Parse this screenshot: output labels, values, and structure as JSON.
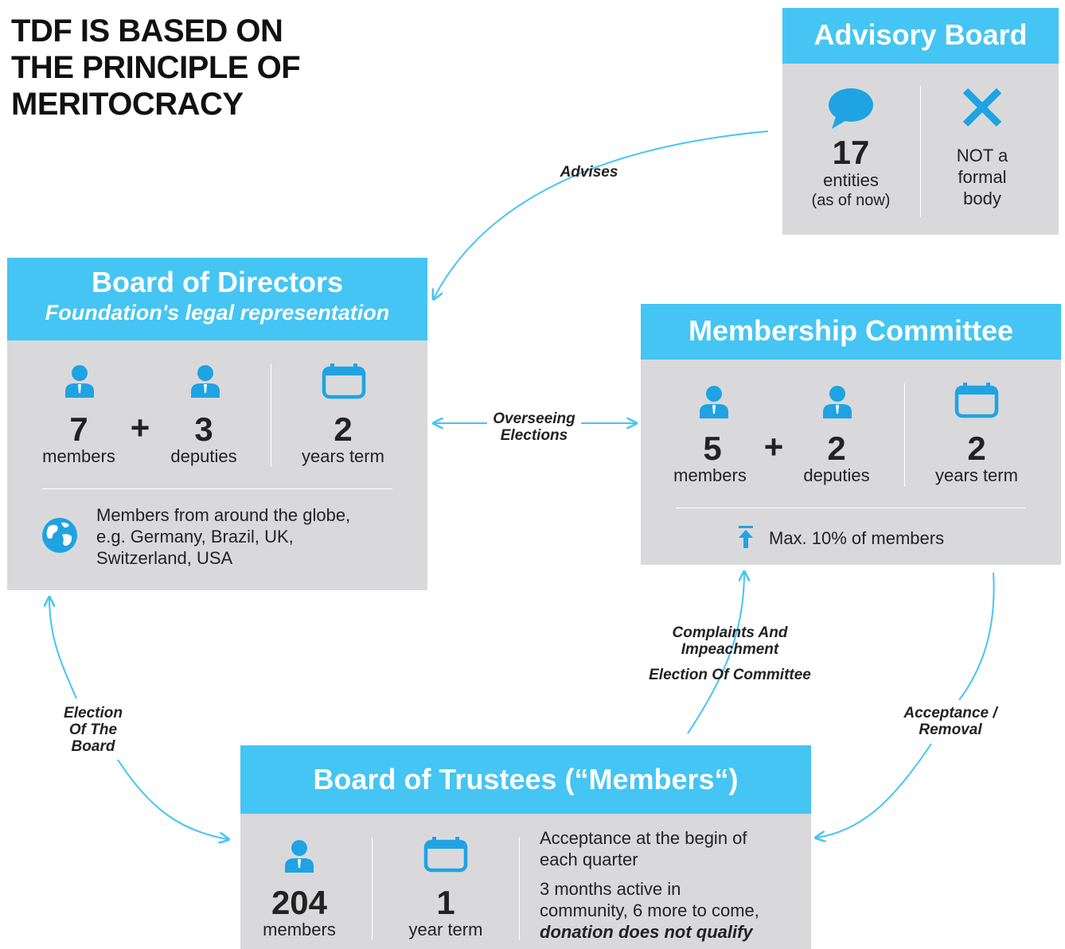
{
  "title_lines": [
    "TDF IS BASED ON",
    "THE PRINCIPLE OF",
    "MERITOCRACY"
  ],
  "colors": {
    "accent": "#45c5f3",
    "icon": "#1fa3e3",
    "panel": "#d9d9db"
  },
  "advisory": {
    "title": "Advisory Board",
    "count": "17",
    "count_label": "entities",
    "count_note": "(as of now)",
    "not_formal_lines": [
      "NOT a",
      "formal",
      "body"
    ]
  },
  "directors": {
    "title": "Board of Directors",
    "subtitle": "Foundation's legal representation",
    "members": "7",
    "members_label": "members",
    "plus": "+",
    "deputies": "3",
    "deputies_label": "deputies",
    "term": "2",
    "term_label": "years term",
    "globe_lines": [
      "Members from around the globe,",
      "e.g. Germany, Brazil, UK,",
      "Switzerland, USA"
    ]
  },
  "membership": {
    "title": "Membership Committee",
    "members": "5",
    "members_label": "members",
    "plus": "+",
    "deputies": "2",
    "deputies_label": "deputies",
    "term": "2",
    "term_label": "years term",
    "max_note": "Max. 10% of members"
  },
  "trustees": {
    "title": "Board of Trustees (“Members“)",
    "members": "204",
    "members_label": "members",
    "term": "1",
    "term_label": "year term",
    "acceptance_lines": [
      "Acceptance at the begin of",
      "each quarter"
    ],
    "activity_lines": [
      "3 months active in",
      "community, 6 more to come,"
    ],
    "donation_note": "donation does not qualify"
  },
  "edges": {
    "advises": "Advises",
    "overseeing_lines": [
      "Overseeing",
      "Elections"
    ],
    "election_board_lines": [
      "Election",
      "Of The",
      "Board"
    ],
    "complaints_lines": [
      "Complaints And",
      "Impeachment"
    ],
    "election_committee": "Election Of Committee",
    "acceptance_removal_lines": [
      "Acceptance /",
      "Removal"
    ]
  }
}
